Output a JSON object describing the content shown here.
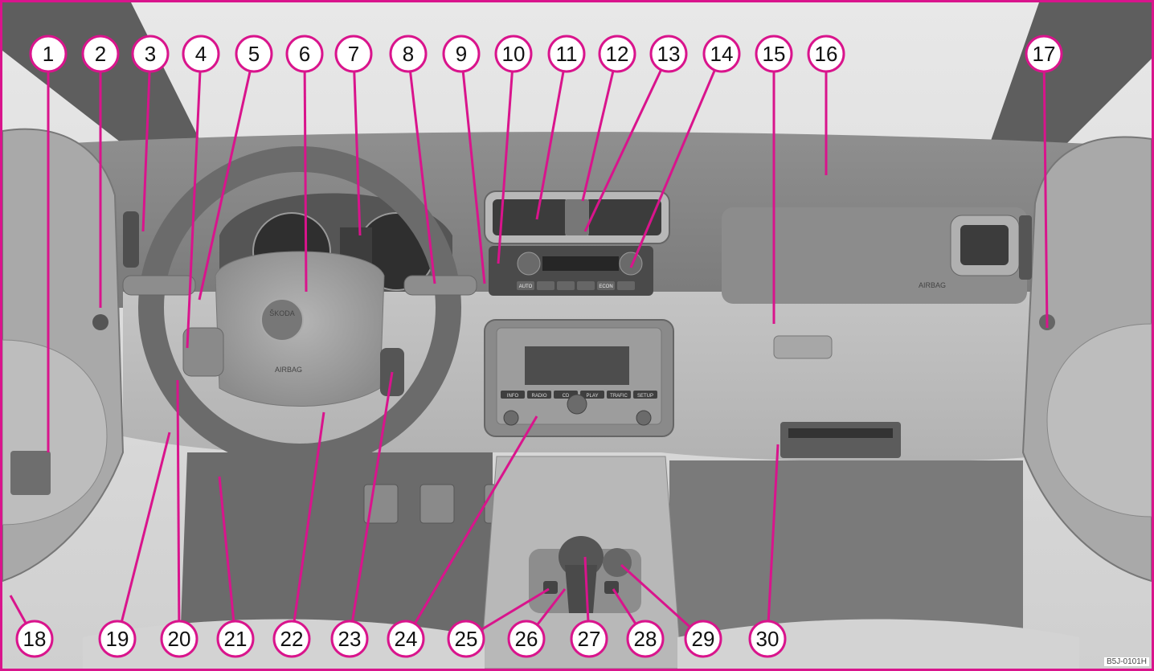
{
  "figure_code": "B5J-0101H",
  "callouts_top": [
    "1",
    "2",
    "3",
    "4",
    "5",
    "6",
    "7",
    "8",
    "9",
    "10",
    "11",
    "12",
    "13",
    "14",
    "15",
    "16",
    "17"
  ],
  "callouts_bottom": [
    "18",
    "19",
    "20",
    "21",
    "22",
    "23",
    "24",
    "25",
    "26",
    "27",
    "28",
    "29",
    "30"
  ],
  "labels": {
    "steering_badge": "ŠKODA",
    "steering_airbag": "AIRBAG",
    "dash_airbag": "AIRBAG",
    "radio_buttons": [
      "INFO",
      "RADIO",
      "CD",
      "PLAY",
      "TRAFIC",
      "SETUP"
    ],
    "climate_buttons": [
      "AUTO",
      "",
      "",
      "",
      "ECON",
      ""
    ]
  },
  "colors": {
    "callout": "#d9148c",
    "background": "#c9c9c9"
  }
}
